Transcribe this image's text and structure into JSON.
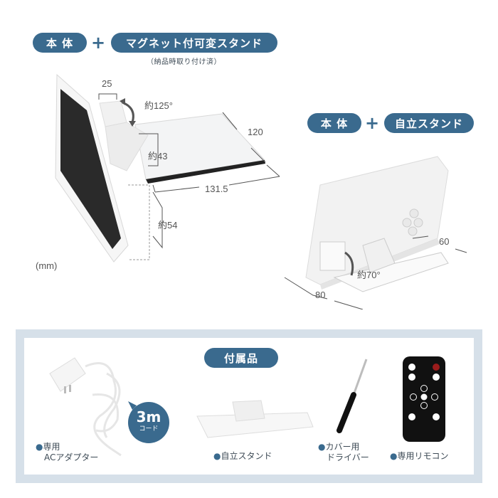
{
  "section1": {
    "label_body": "本 体",
    "plus": "+",
    "label_stand": "マグネット付可変スタンド",
    "note": "（納品時取り付け済）",
    "dimensions": {
      "width_top": "25",
      "angle": "約125°",
      "depth": "120",
      "height": "約43",
      "length": "131.5",
      "lower": "約54"
    },
    "unit": "(mm)"
  },
  "section2": {
    "label_body": "本 体",
    "plus": "+",
    "label_stand": "自立スタンド",
    "dimensions": {
      "depth": "60",
      "angle": "約70°",
      "width": "80"
    }
  },
  "accessories": {
    "title": "付属品",
    "items": [
      {
        "bullet": "●",
        "line1": "専用",
        "line2": "ACアダプター"
      },
      {
        "bullet": "●",
        "line1": "自立スタンド",
        "line2": ""
      },
      {
        "bullet": "●",
        "line1": "カバー用",
        "line2": "ドライバー"
      },
      {
        "bullet": "●",
        "line1": "専用リモコン",
        "line2": ""
      }
    ],
    "cord_badge": {
      "length": "3m",
      "label": "コード"
    }
  },
  "colors": {
    "accent": "#3a6a8e",
    "panel_border": "#d6e0e9",
    "power_button": "#9b1c1c"
  }
}
